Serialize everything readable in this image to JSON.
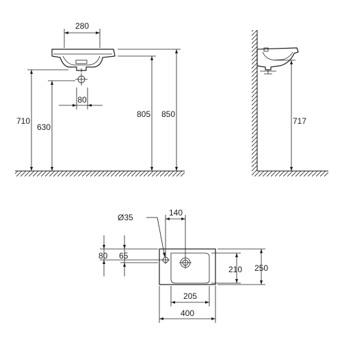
{
  "front_view": {
    "width_top": "280",
    "offset_80": "80",
    "height_710": "710",
    "height_630": "630",
    "height_805": "805",
    "height_850": "850"
  },
  "side_view": {
    "height_717": "717"
  },
  "plan_view": {
    "hole_diameter": "Ø35",
    "width_140": "140",
    "depth_80": "80",
    "depth_65": "65",
    "depth_210": "210",
    "depth_250": "250",
    "width_205": "205",
    "width_400": "400"
  }
}
